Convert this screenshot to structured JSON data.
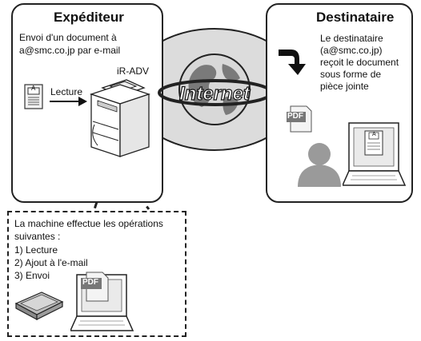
{
  "sender": {
    "title": "Expéditeur",
    "desc_line1": "Envoi d'un document à",
    "desc_line2": "a@smc.co.jp par e-mail",
    "scan_label": "Lecture",
    "device_label": "iR-ADV",
    "doc_letter": "A"
  },
  "internet": {
    "label": "Internet"
  },
  "recipient": {
    "title": "Destinataire",
    "desc_line1": "Le destinataire",
    "desc_line2": "(a@smc.co.jp)",
    "desc_line3": "reçoit le document",
    "desc_line4": "sous forme de",
    "desc_line5": "pièce jointe",
    "pdf_label": "PDF",
    "doc_letter": "A"
  },
  "process": {
    "line1": "La machine effectue les opérations",
    "line2": "suivantes :",
    "step1": "1) Lecture",
    "step2": "2) Ajout à l'e-mail",
    "step3": "3) Envoi",
    "pdf_label": "PDF"
  }
}
